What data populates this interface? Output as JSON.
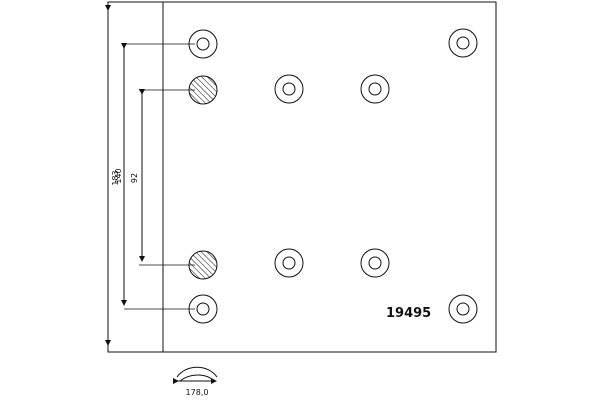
{
  "part_number": "19495",
  "dimensions": {
    "overall_height": "183",
    "outer_hole_spacing": "140",
    "inner_hole_spacing": "92",
    "arc_width": "178,0"
  },
  "holes": {
    "plain_count": 8,
    "hatched_count": 2
  },
  "colors": {
    "line": "#111111",
    "background": "#ffffff"
  }
}
